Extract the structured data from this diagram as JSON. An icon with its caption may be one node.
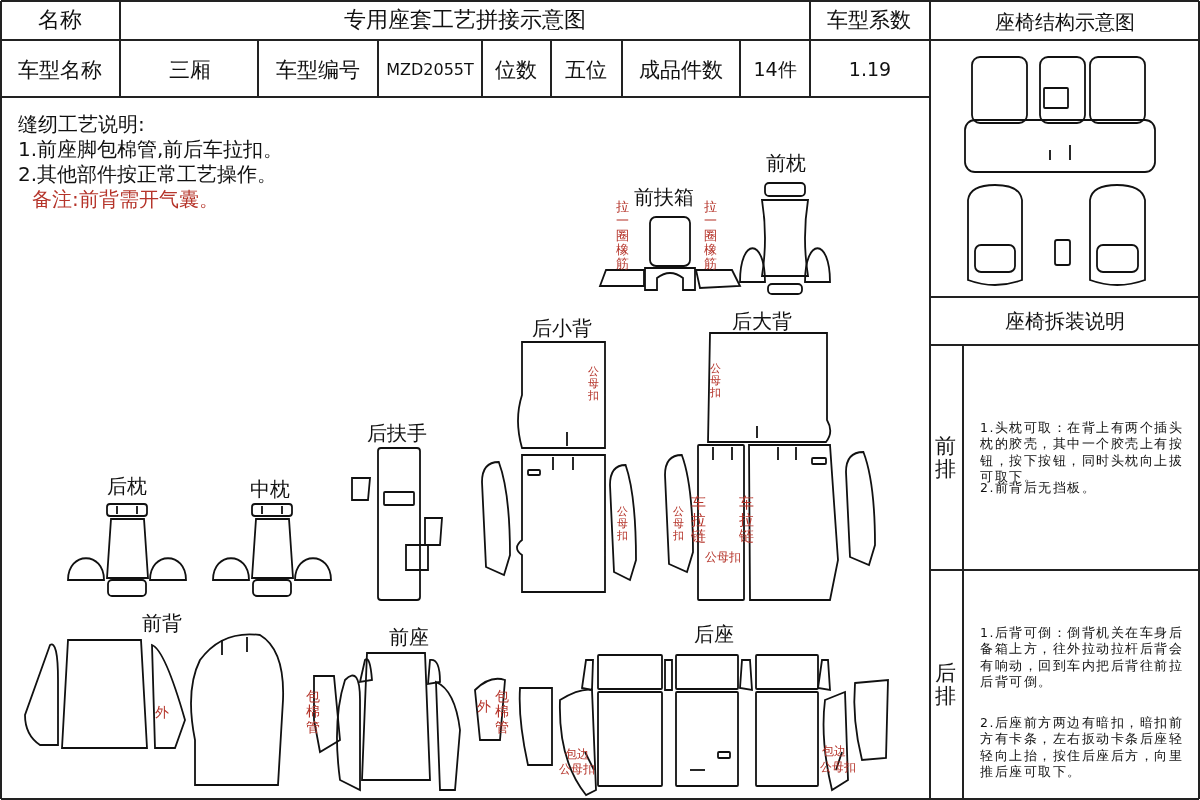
{
  "diagram": {
    "title": "专用座套工艺拼接示意图",
    "labels": [
      "名称",
      "车型系数",
      "座椅结构示意图",
      "车型名称",
      "三厢",
      "车型编号",
      "MZD2055T",
      "位数",
      "五位",
      "成品件数",
      "14件",
      "1.19",
      "缝纫工艺说明:",
      "1.前座脚包棉管,前后车拉扣。",
      "2.其他部件按正常工艺操作。",
      "备注:前背需开气囊。",
      "前枕",
      "前扶箱",
      "拉一圈橡筋",
      "拉一圈橡筋",
      "后小背",
      "公母扣",
      "后大背",
      "公母扣",
      "后扶手",
      "公母扣",
      "公母扣",
      "车拉链",
      "车拉链",
      "公母扣",
      "后枕",
      "中枕",
      "前背",
      "外",
      "前座",
      "包棉管",
      "外",
      "包棉管",
      "后座",
      "包边",
      "公母扣",
      "包边",
      "公母扣",
      "座椅拆装说明",
      "前排",
      "1.头枕可取：在背上有两个插头枕的胶壳，其中一个胶壳上有按钮，按下按钮，同时头枕向上拔可取下。",
      "2.前背后无挡板。",
      "后排",
      "1.后背可倒：倒背机关在车身后备箱上方，往外拉动拉杆后背会有响动，回到车内把后背往前拉后背可倒。",
      "2.后座前方两边有暗扣，暗扣前方有卡条，左右扳动卡条后座轻轻向上抬，按住后座后方，向里推后座可取下。"
    ]
  }
}
